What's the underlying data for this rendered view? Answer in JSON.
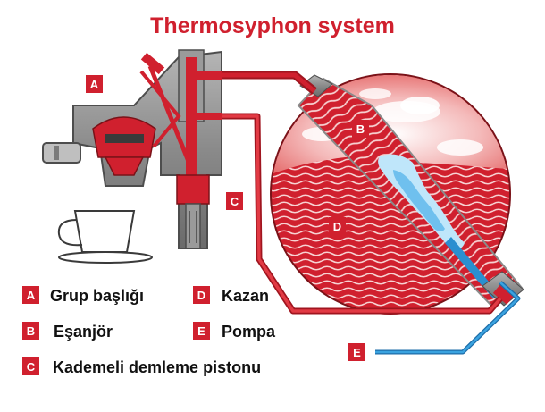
{
  "title": "Thermosyphon system",
  "colors": {
    "red": "#d0202e",
    "dark_red": "#a0151f",
    "light_red": "#f6c6c6",
    "grey": "#8c8c8c",
    "dark_grey": "#4d4d4d",
    "water_blue": "#7fc8f0",
    "pipe_blue": "#2a8fd0"
  },
  "diagram_labels": [
    {
      "id": "A",
      "text": "A"
    },
    {
      "id": "B",
      "text": "B"
    },
    {
      "id": "C",
      "text": "C"
    },
    {
      "id": "D",
      "text": "D"
    },
    {
      "id": "E",
      "text": "E"
    }
  ],
  "legend": [
    {
      "letter": "A",
      "label": "Grup başlığı"
    },
    {
      "letter": "B",
      "label": "Eşanjör"
    },
    {
      "letter": "C",
      "label": "Kademeli demleme pistonu"
    },
    {
      "letter": "D",
      "label": "Kazan"
    },
    {
      "letter": "E",
      "label": "Pompa"
    }
  ]
}
